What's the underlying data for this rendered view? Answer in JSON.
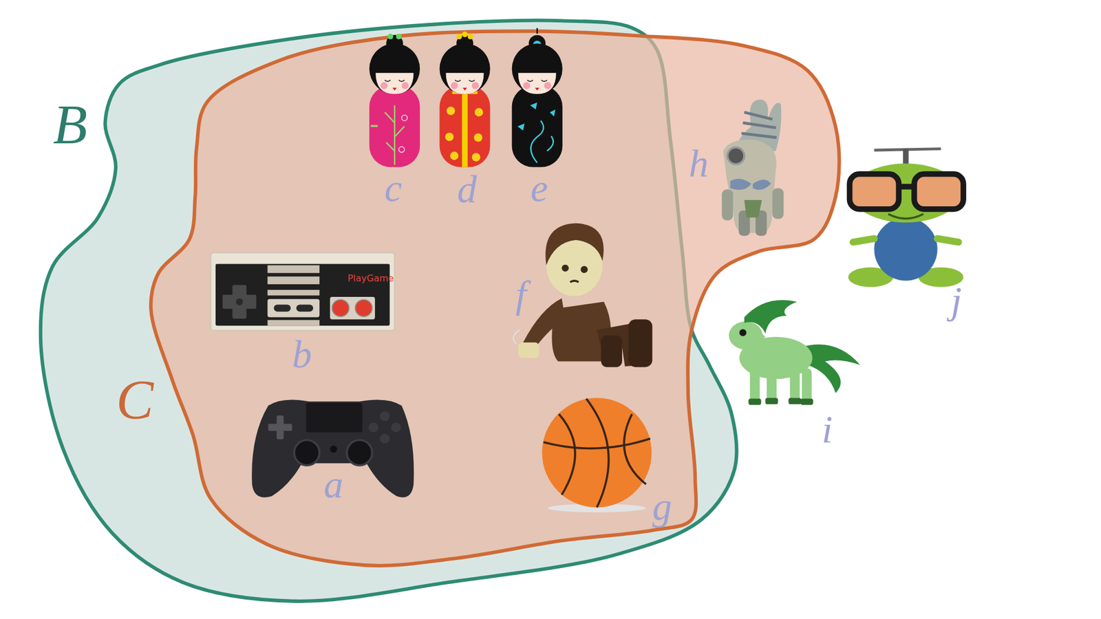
{
  "diagram": {
    "nodes": [
      {
        "text": [
          "B"
        ]
      },
      {
        "text": [
          "C"
        ]
      }
    ],
    "labels": [
      "c",
      "d",
      "e",
      "h",
      "PlayGame",
      "f",
      "j",
      "b",
      "i",
      "a",
      "g"
    ]
  }
}
